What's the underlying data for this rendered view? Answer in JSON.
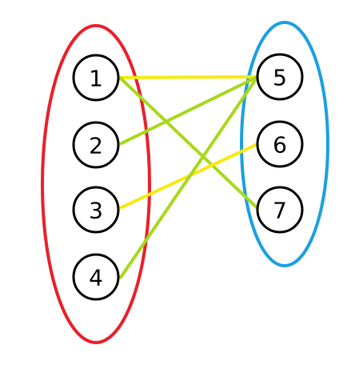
{
  "colors": {
    "left_group_outline": "#e8202a",
    "right_group_outline": "#1aa0e0",
    "edge_yellow": "#f5ea14",
    "edge_green": "#a8d81a",
    "node_stroke": "#000000",
    "background": "#ffffff"
  },
  "groups": [
    {
      "id": "left",
      "nodes": [
        "1",
        "2",
        "3",
        "4"
      ],
      "outline_color": "#e8202a"
    },
    {
      "id": "right",
      "nodes": [
        "5",
        "6",
        "7"
      ],
      "outline_color": "#1aa0e0"
    }
  ],
  "nodes": [
    {
      "id": "n1",
      "label": "1"
    },
    {
      "id": "n2",
      "label": "2"
    },
    {
      "id": "n3",
      "label": "3"
    },
    {
      "id": "n4",
      "label": "4"
    },
    {
      "id": "n5",
      "label": "5"
    },
    {
      "id": "n6",
      "label": "6"
    },
    {
      "id": "n7",
      "label": "7"
    }
  ],
  "edges": [
    {
      "from": "1",
      "to": "5",
      "color": "#f5ea14"
    },
    {
      "from": "1",
      "to": "7",
      "color": "#a8d81a"
    },
    {
      "from": "2",
      "to": "5",
      "color": "#a8d81a"
    },
    {
      "from": "3",
      "to": "6",
      "color": "#f5ea14"
    },
    {
      "from": "4",
      "to": "5",
      "color": "#a8d81a"
    }
  ]
}
